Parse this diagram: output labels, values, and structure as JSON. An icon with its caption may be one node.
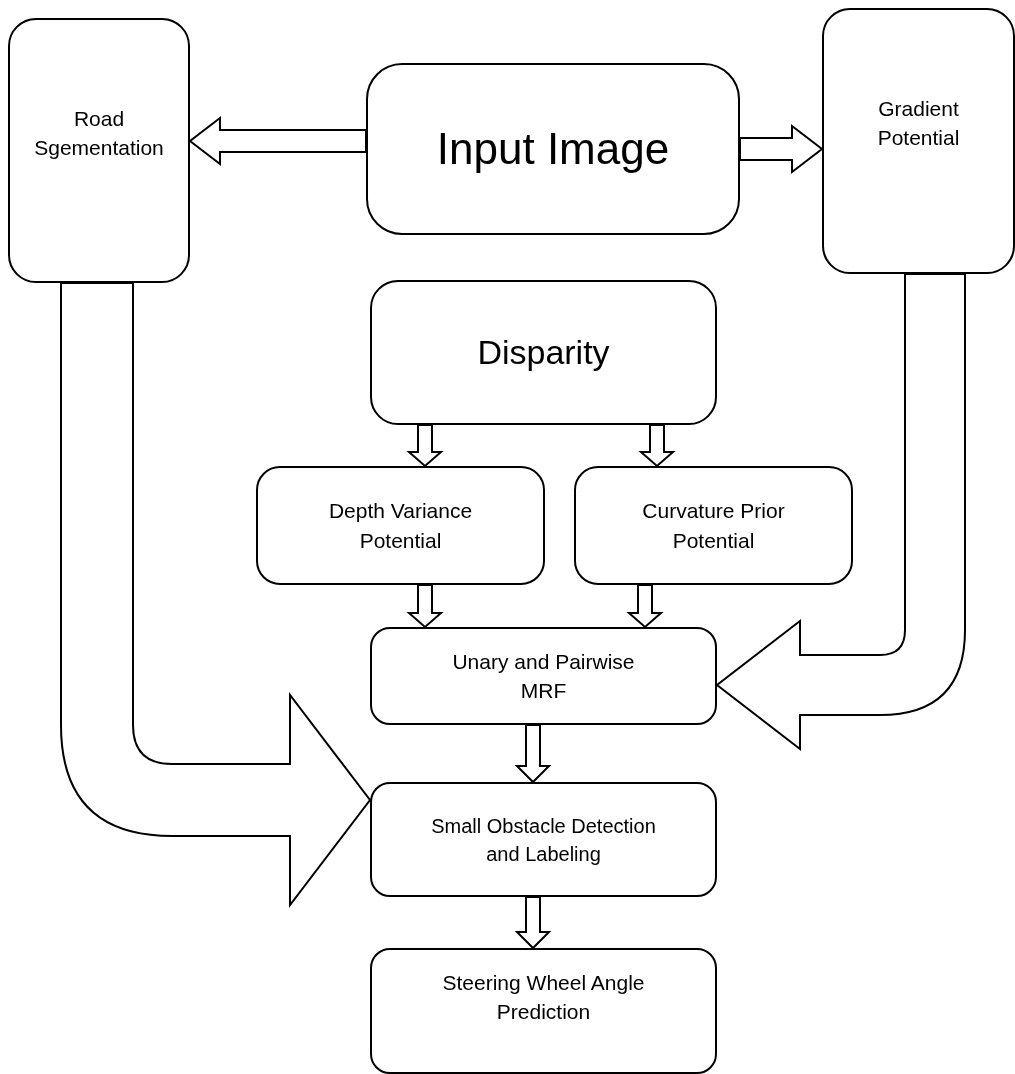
{
  "diagram": {
    "nodes": [
      {
        "text": [
          "Road Sgementation"
        ]
      },
      {
        "text": [
          "Input Image"
        ]
      },
      {
        "text": [
          "Gradient Potential"
        ]
      },
      {
        "text": [
          "Disparity"
        ]
      },
      {
        "text": [
          "Depth Variance Potential"
        ]
      },
      {
        "text": [
          "Curvature Prior Potential"
        ]
      },
      {
        "text": [
          "Unary and Pairwise MRF"
        ]
      },
      {
        "text": [
          "Small Obstacle Detection and Labeling"
        ]
      },
      {
        "text": [
          "Steering Wheel Angle Prediction"
        ]
      }
    ],
    "edges": [
      {
        "from": 1,
        "to": 0,
        "arrow": "to"
      },
      {
        "from": 1,
        "to": 2,
        "arrow": "to"
      },
      {
        "from": 3,
        "to": 4,
        "arrow": "to"
      },
      {
        "from": 3,
        "to": 5,
        "arrow": "to"
      },
      {
        "from": 4,
        "to": 6,
        "arrow": "to"
      },
      {
        "from": 5,
        "to": 6,
        "arrow": "to"
      },
      {
        "from": 2,
        "to": 6,
        "arrow": "to"
      },
      {
        "from": 0,
        "to": 7,
        "arrow": "to"
      },
      {
        "from": 6,
        "to": 7,
        "arrow": "to"
      },
      {
        "from": 7,
        "to": 8,
        "arrow": "to"
      }
    ]
  }
}
